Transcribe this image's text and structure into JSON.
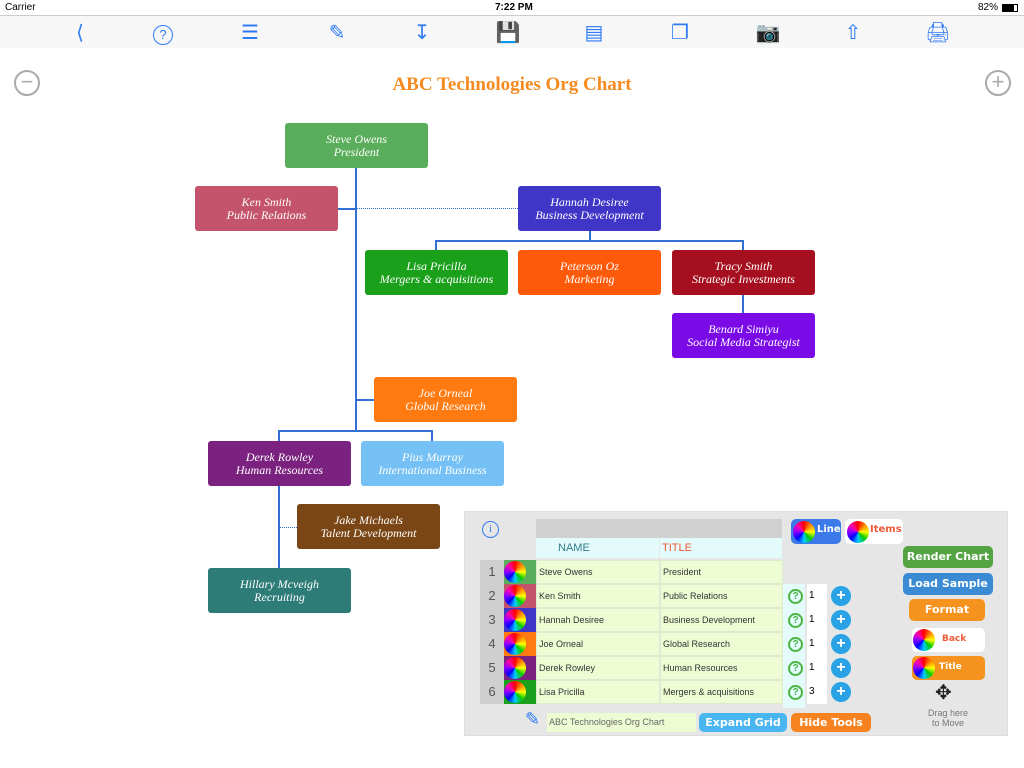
{
  "status": {
    "carrier": "Carrier",
    "time": "7:22 PM",
    "battery": "82%"
  },
  "toolbar": {
    "icons": [
      "back-icon",
      "help-icon",
      "list-icon",
      "edit-icon",
      "download-icon",
      "save-icon",
      "cabinet-icon",
      "windows-icon",
      "camera-icon",
      "share-icon",
      "print-icon"
    ]
  },
  "chart": {
    "title": "ABC Technologies Org Chart",
    "line_color": "#2f6fd6",
    "nodes": [
      {
        "name": "Steve Owens",
        "title": "President",
        "color": "#5aad5a"
      },
      {
        "name": "Ken Smith",
        "title": "Public Relations",
        "color": "#c4546b"
      },
      {
        "name": "Hannah Desiree",
        "title": "Business Development",
        "color": "#3f35c6"
      },
      {
        "name": "Lisa Pricilla",
        "title": "Mergers & acquisitions",
        "color": "#1aa01a"
      },
      {
        "name": "Peterson Oz",
        "title": "Marketing",
        "color": "#ff5a0a"
      },
      {
        "name": "Tracy Smith",
        "title": "Strategic Investments",
        "color": "#a50f1f"
      },
      {
        "name": "Benard Simiyu",
        "title": "Social Media Strategist",
        "color": "#7a0ae6"
      },
      {
        "name": "Joe Orneal",
        "title": "Global Research",
        "color": "#ff7a10"
      },
      {
        "name": "Derek Rowley",
        "title": "Human Resources",
        "color": "#7b2180"
      },
      {
        "name": "Pius Murray",
        "title": "International Business",
        "color": "#75c1f5"
      },
      {
        "name": "Jake Michaels",
        "title": "Talent Development",
        "color": "#7a4615"
      },
      {
        "name": "Hillary Mcveigh",
        "title": "Recruiting",
        "color": "#2e7c78"
      }
    ]
  },
  "grid": {
    "headers": {
      "name": "NAME",
      "title": "TITLE"
    },
    "rows": [
      {
        "num": "1",
        "name": "Steve Owens",
        "title": "President",
        "count": "",
        "color": "#5aad5a"
      },
      {
        "num": "2",
        "name": "Ken Smith",
        "title": "Public Relations",
        "count": "1",
        "color": "#c4546b"
      },
      {
        "num": "3",
        "name": "Hannah Desiree",
        "title": "Business Development",
        "count": "1",
        "color": "#3f35c6"
      },
      {
        "num": "4",
        "name": "Joe Orneal",
        "title": "Global Research",
        "count": "1",
        "color": "#ff7a10"
      },
      {
        "num": "5",
        "name": "Derek Rowley",
        "title": "Human Resources",
        "count": "1",
        "color": "#7b2180"
      },
      {
        "num": "6",
        "name": "Lisa Pricilla",
        "title": "Mergers & acquisitions",
        "count": "3",
        "color": "#1aa01a"
      }
    ],
    "title_input": "ABC Technologies Org Chart"
  },
  "tools": {
    "line": "Line",
    "items": "Items",
    "render": "Render Chart",
    "load": "Load Sample",
    "format": "Format",
    "back": "Back",
    "title": "Title",
    "expand": "Expand Grid",
    "hide": "Hide Tools",
    "drag": "Drag here to Move"
  }
}
